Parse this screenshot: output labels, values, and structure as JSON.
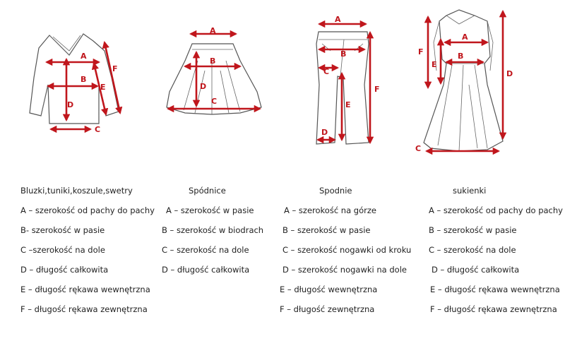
{
  "accent_color": "#c0161c",
  "garments": [
    {
      "id": "blouse",
      "title": "Bluzki,tuniki,koszule,swetry",
      "items": [
        "A – szerokość od pachy do pachy",
        "B- szerokość w pasie",
        "C –szerokość na dole",
        "D – długość całkowita",
        "E – długość rękawa wewnętrzna",
        "F – długość rękawa zewnętrzna"
      ]
    },
    {
      "id": "skirt",
      "title": "Spódnice",
      "items": [
        "A – szerokość w pasie",
        "B – szerokość w biodrach",
        "C – szerokość na dole",
        "D – długość całkowita"
      ]
    },
    {
      "id": "trousers",
      "title": "Spodnie",
      "items": [
        "A – szerokość na górze",
        "B – szerokość w pasie",
        "C – szerokość nogawki od kroku",
        "D – szerokość nogawki na dole",
        "E – długość wewnętrzna",
        "F – długość zewnętrzna"
      ]
    },
    {
      "id": "dress",
      "title": "sukienki",
      "items": [
        "A – szerokość od pachy do pachy",
        "B – szerokość w pasie",
        "C – szerokość na dole",
        "D – długość całkowita",
        "E – długość rękawa wewnętrzna",
        "F – długość rękawa zewnętrzna"
      ]
    }
  ],
  "figure_labels": {
    "blouse": {
      "A": "A",
      "B": "B",
      "C": "C",
      "D": "D",
      "E": "E",
      "F": "F"
    },
    "skirt": {
      "A": "A",
      "B": "B",
      "C": "C",
      "D": "D"
    },
    "trousers": {
      "A": "A",
      "B": "B",
      "C": "C",
      "D": "D",
      "E": "E",
      "F": "F"
    },
    "dress": {
      "A": "A",
      "B": "B",
      "C": "C",
      "D": "D",
      "E": "E",
      "F": "F"
    }
  }
}
